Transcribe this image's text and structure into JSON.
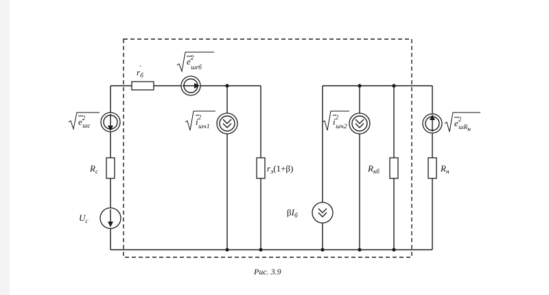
{
  "caption": "Рис. 3.9",
  "labels": {
    "r_b": {
      "main": "r",
      "sub": "б",
      "prime": "'"
    },
    "e_shrb": {
      "main": "e",
      "sup": "2",
      "sub": "шrб"
    },
    "e_shs": {
      "main": "e",
      "sup": "2",
      "sub": "шс"
    },
    "i_shch1": {
      "main": "i",
      "sup": "2",
      "sub": "шч1"
    },
    "i_shch2": {
      "main": "i",
      "sup": "2",
      "sub": "шч2"
    },
    "e_shrn": {
      "main": "e",
      "sup": "2",
      "sub": "шR",
      "subsub": "н"
    },
    "R_c": {
      "main": "R",
      "sub": "c"
    },
    "U_c": {
      "main": "U",
      "sub": "c"
    },
    "r_e": {
      "main": "r",
      "sub": "э",
      "suffix": "(1+β)"
    },
    "beta_ib": {
      "prefix": "β",
      "main": "I",
      "sub": "б"
    },
    "R_kb": {
      "main": "R",
      "sub": "кб"
    },
    "R_n": {
      "main": "R",
      "sub": "н"
    }
  }
}
